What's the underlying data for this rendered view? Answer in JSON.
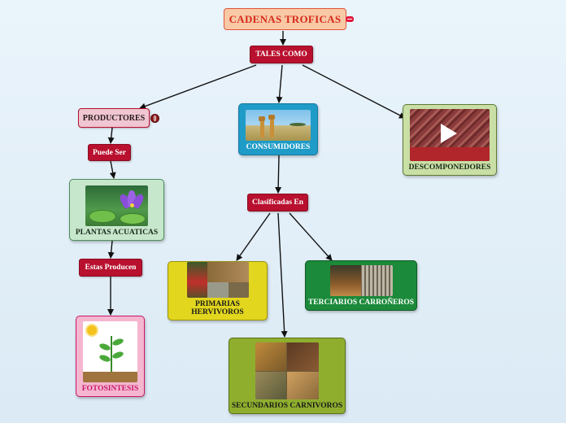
{
  "root": {
    "label": "CADENAS TROFICAS"
  },
  "tales_como": {
    "label": "TALES COMO"
  },
  "productores": {
    "label": "PRODUCTORES"
  },
  "puede_ser": {
    "label": "Puede  Ser"
  },
  "plantas": {
    "label": "PLANTAS ACUATICAS"
  },
  "estas_producen": {
    "label": "Estas Producen"
  },
  "fotosintesis": {
    "label": "FOTOSINTESIS"
  },
  "consumidores": {
    "label": "CONSUMIDORES"
  },
  "clasificadas_en": {
    "label": "Clasificadas En"
  },
  "primarias": {
    "label": "PRIMARIAS HERVIVOROS"
  },
  "secundarios": {
    "label": "SECUNDARIOS CARNIVOROS"
  },
  "terciarios": {
    "label": "TERCIARIOS CARROÑEROS"
  },
  "descomponedores": {
    "label": "DESCOMPONEDORES"
  },
  "colors": {
    "pill": "#b8102e",
    "title_bg": "#f9c9a6",
    "title_text": "#d42a1a",
    "plantas_bg": "#c7e7cc",
    "fotosintesis_bg": "#f5b6cf",
    "fotosintesis_text": "#c8186b",
    "consumidores_bg": "#1f9bc7",
    "primarias_bg": "#e2d61e",
    "secundarios_bg": "#8fae2e",
    "terciarios_bg": "#1b8a3a",
    "descomponedores_bg": "#c9dfa5"
  }
}
